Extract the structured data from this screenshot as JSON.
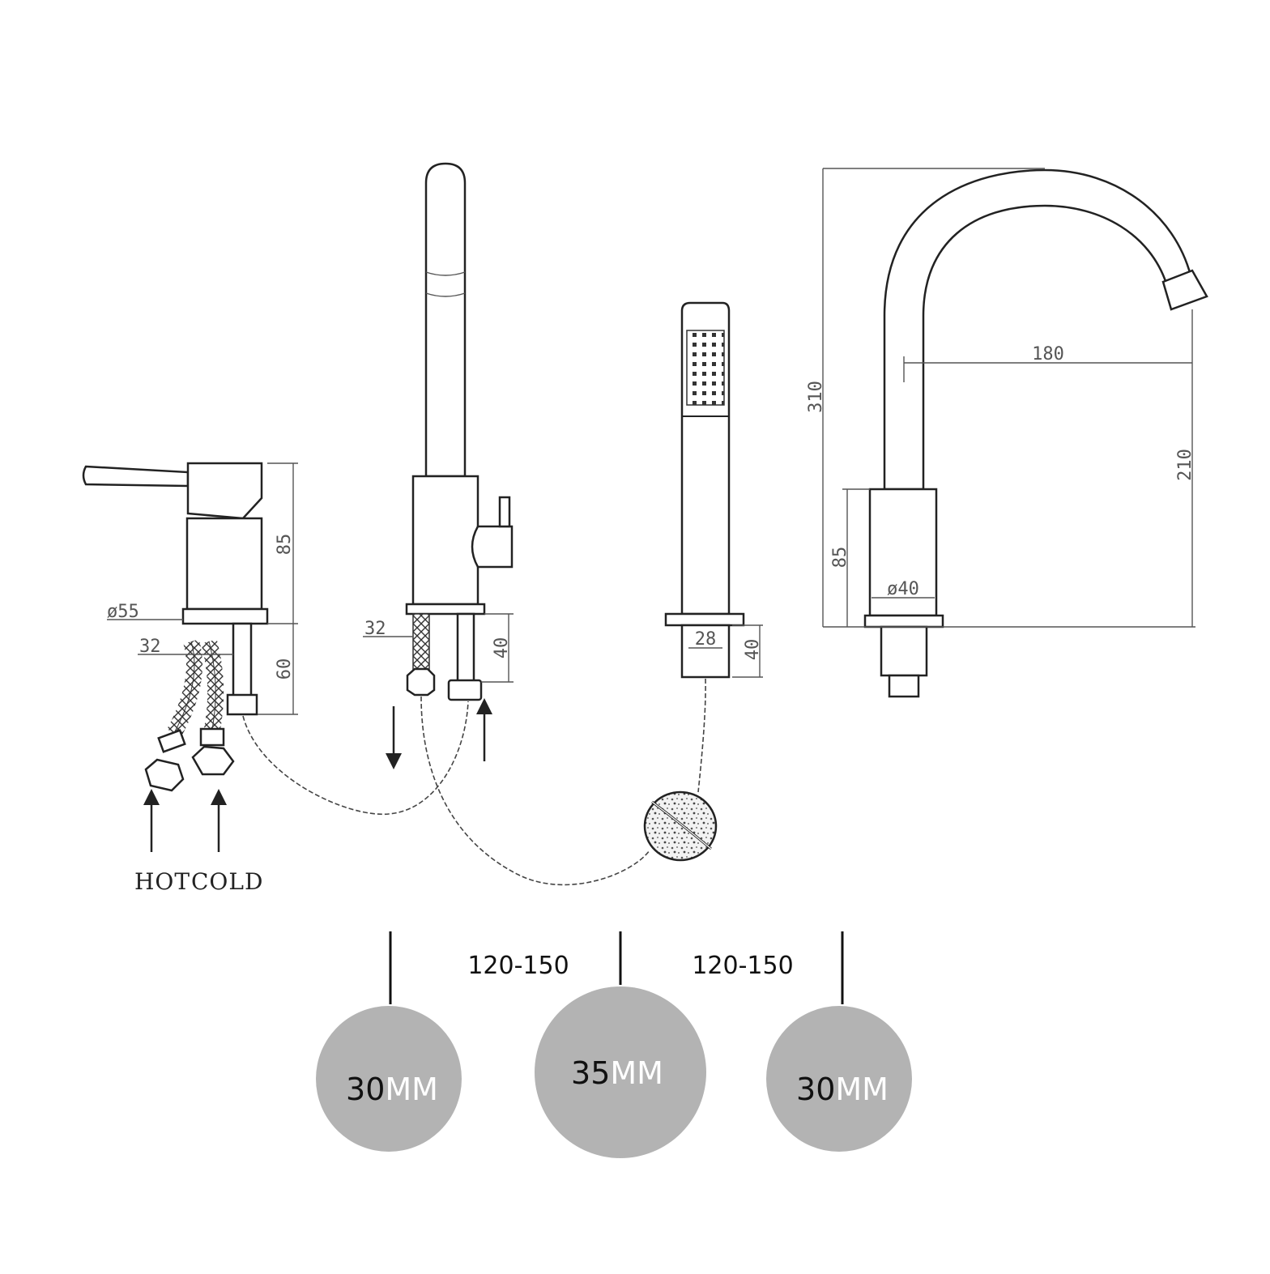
{
  "colors": {
    "line": "#222222",
    "dimension": "#555555",
    "hole_fill": "#b3b3b3",
    "hole_unit_text": "#ffffff"
  },
  "mixer": {
    "height_label": "85",
    "diameter_label": "ø55",
    "hose_offset_label": "32",
    "tail_label": "60",
    "hot_label": "HOT",
    "cold_label": "COLD"
  },
  "diverter": {
    "offset_label": "32",
    "tail_label": "40"
  },
  "handshower": {
    "width_label": "28",
    "tail_label": "40"
  },
  "spout": {
    "total_height_label": "310",
    "reach_label": "180",
    "outlet_height_label": "210",
    "body_height_label": "85",
    "diameter_label": "ø40"
  },
  "installation": {
    "spacing_1": "120-150",
    "spacing_2": "120-150",
    "holes": [
      {
        "size": "30",
        "unit": "MM"
      },
      {
        "size": "35",
        "unit": "MM"
      },
      {
        "size": "30",
        "unit": "MM"
      }
    ]
  }
}
